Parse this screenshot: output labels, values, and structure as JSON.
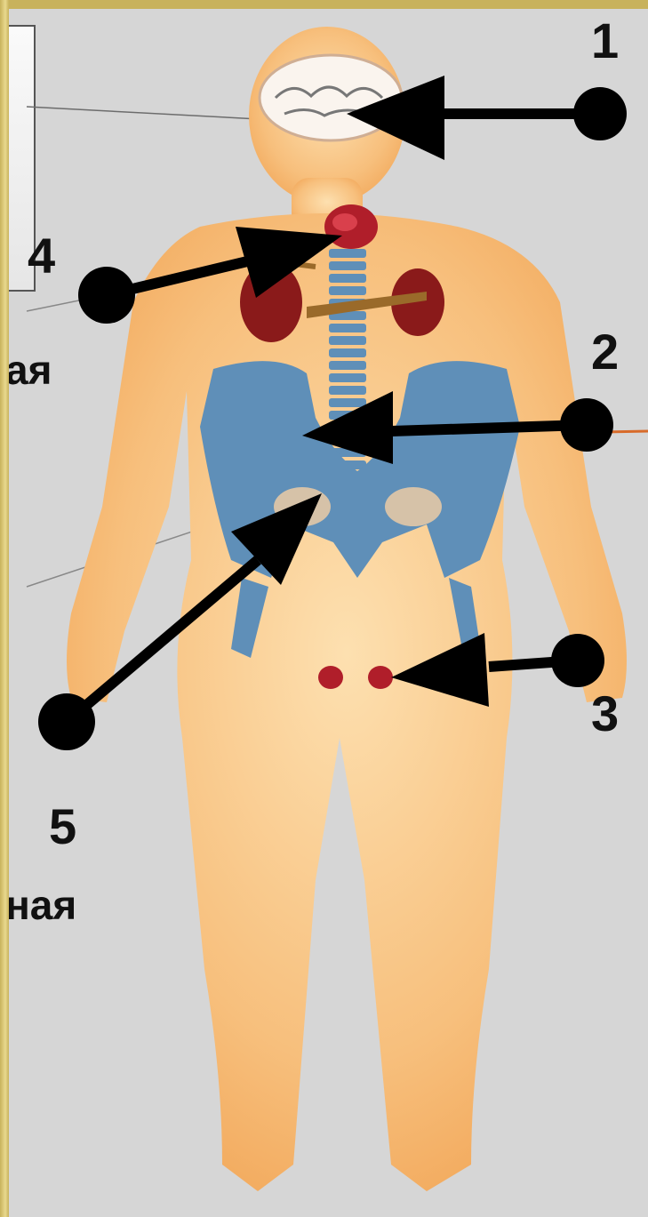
{
  "labels": {
    "n1": "1",
    "n2": "2",
    "n3": "3",
    "n4": "4",
    "n5": "5",
    "word_left_upper": "ая",
    "word_left_lower": "ная"
  },
  "colors": {
    "background": "#d6d6d6",
    "frame_gold": "#c8b25c",
    "body_skin": "#f4b46a",
    "bone_blue": "#5c88b8",
    "organ_red": "#8a1a1a",
    "pointer_black": "#000000"
  }
}
